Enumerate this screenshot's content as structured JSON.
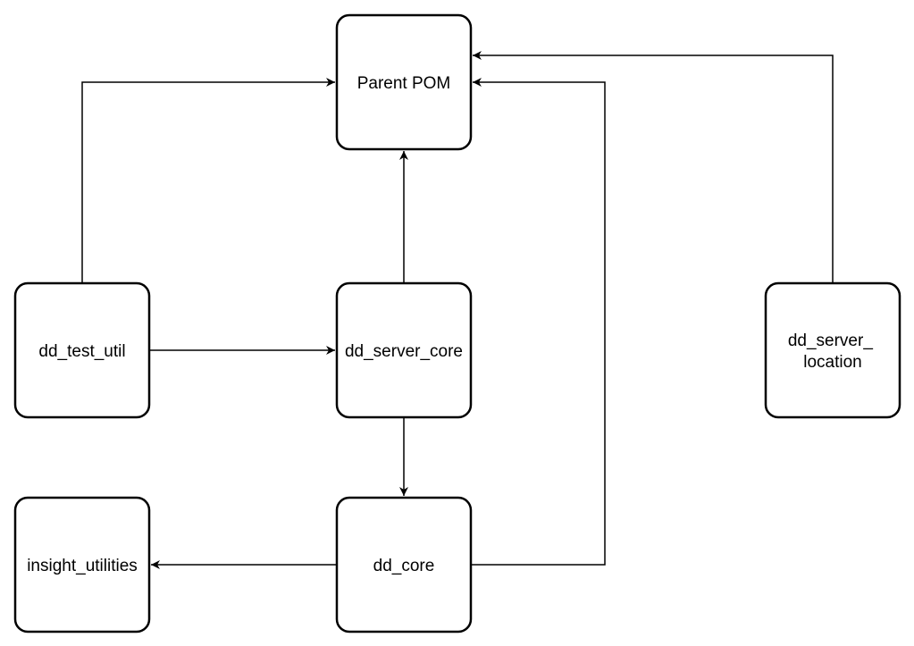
{
  "nodes": {
    "parent_pom": {
      "lines": [
        "Parent POM"
      ]
    },
    "dd_test_util": {
      "lines": [
        "dd_test_util"
      ]
    },
    "dd_server_core": {
      "lines": [
        "dd_server_core"
      ]
    },
    "dd_server_location": {
      "lines": [
        "dd_server_",
        "location"
      ]
    },
    "insight_utilities": {
      "lines": [
        "insight_utilities"
      ]
    },
    "dd_core": {
      "lines": [
        "dd_core"
      ]
    }
  },
  "edges": [
    {
      "from": "dd_test_util",
      "to": "parent_pom"
    },
    {
      "from": "dd_test_util",
      "to": "dd_server_core"
    },
    {
      "from": "dd_server_core",
      "to": "parent_pom"
    },
    {
      "from": "dd_server_core",
      "to": "dd_core"
    },
    {
      "from": "dd_core",
      "to": "insight_utilities"
    },
    {
      "from": "dd_core",
      "to": "parent_pom"
    },
    {
      "from": "dd_server_location",
      "to": "parent_pom"
    }
  ],
  "colors": {
    "stroke": "#000000",
    "fill": "#ffffff"
  }
}
